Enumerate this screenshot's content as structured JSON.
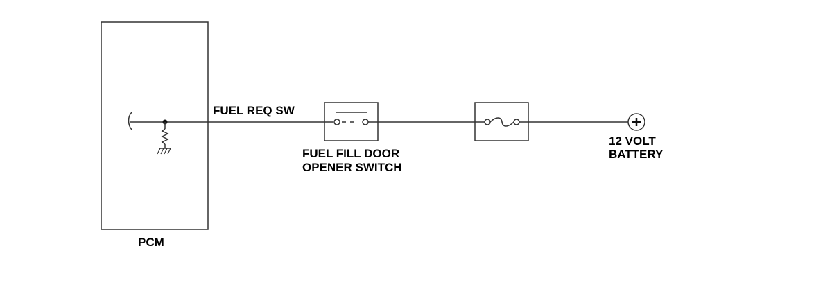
{
  "pcm": {
    "label": "PCM"
  },
  "wire": {
    "label": "FUEL REQ SW"
  },
  "switch": {
    "label_lines": [
      "FUEL FILL DOOR",
      "OPENER SWITCH"
    ]
  },
  "battery": {
    "label_lines": [
      "12 VOLT",
      "BATTERY"
    ],
    "symbol": "+"
  },
  "colors": {
    "line": "#333333",
    "text": "#000000",
    "background": "#ffffff"
  }
}
